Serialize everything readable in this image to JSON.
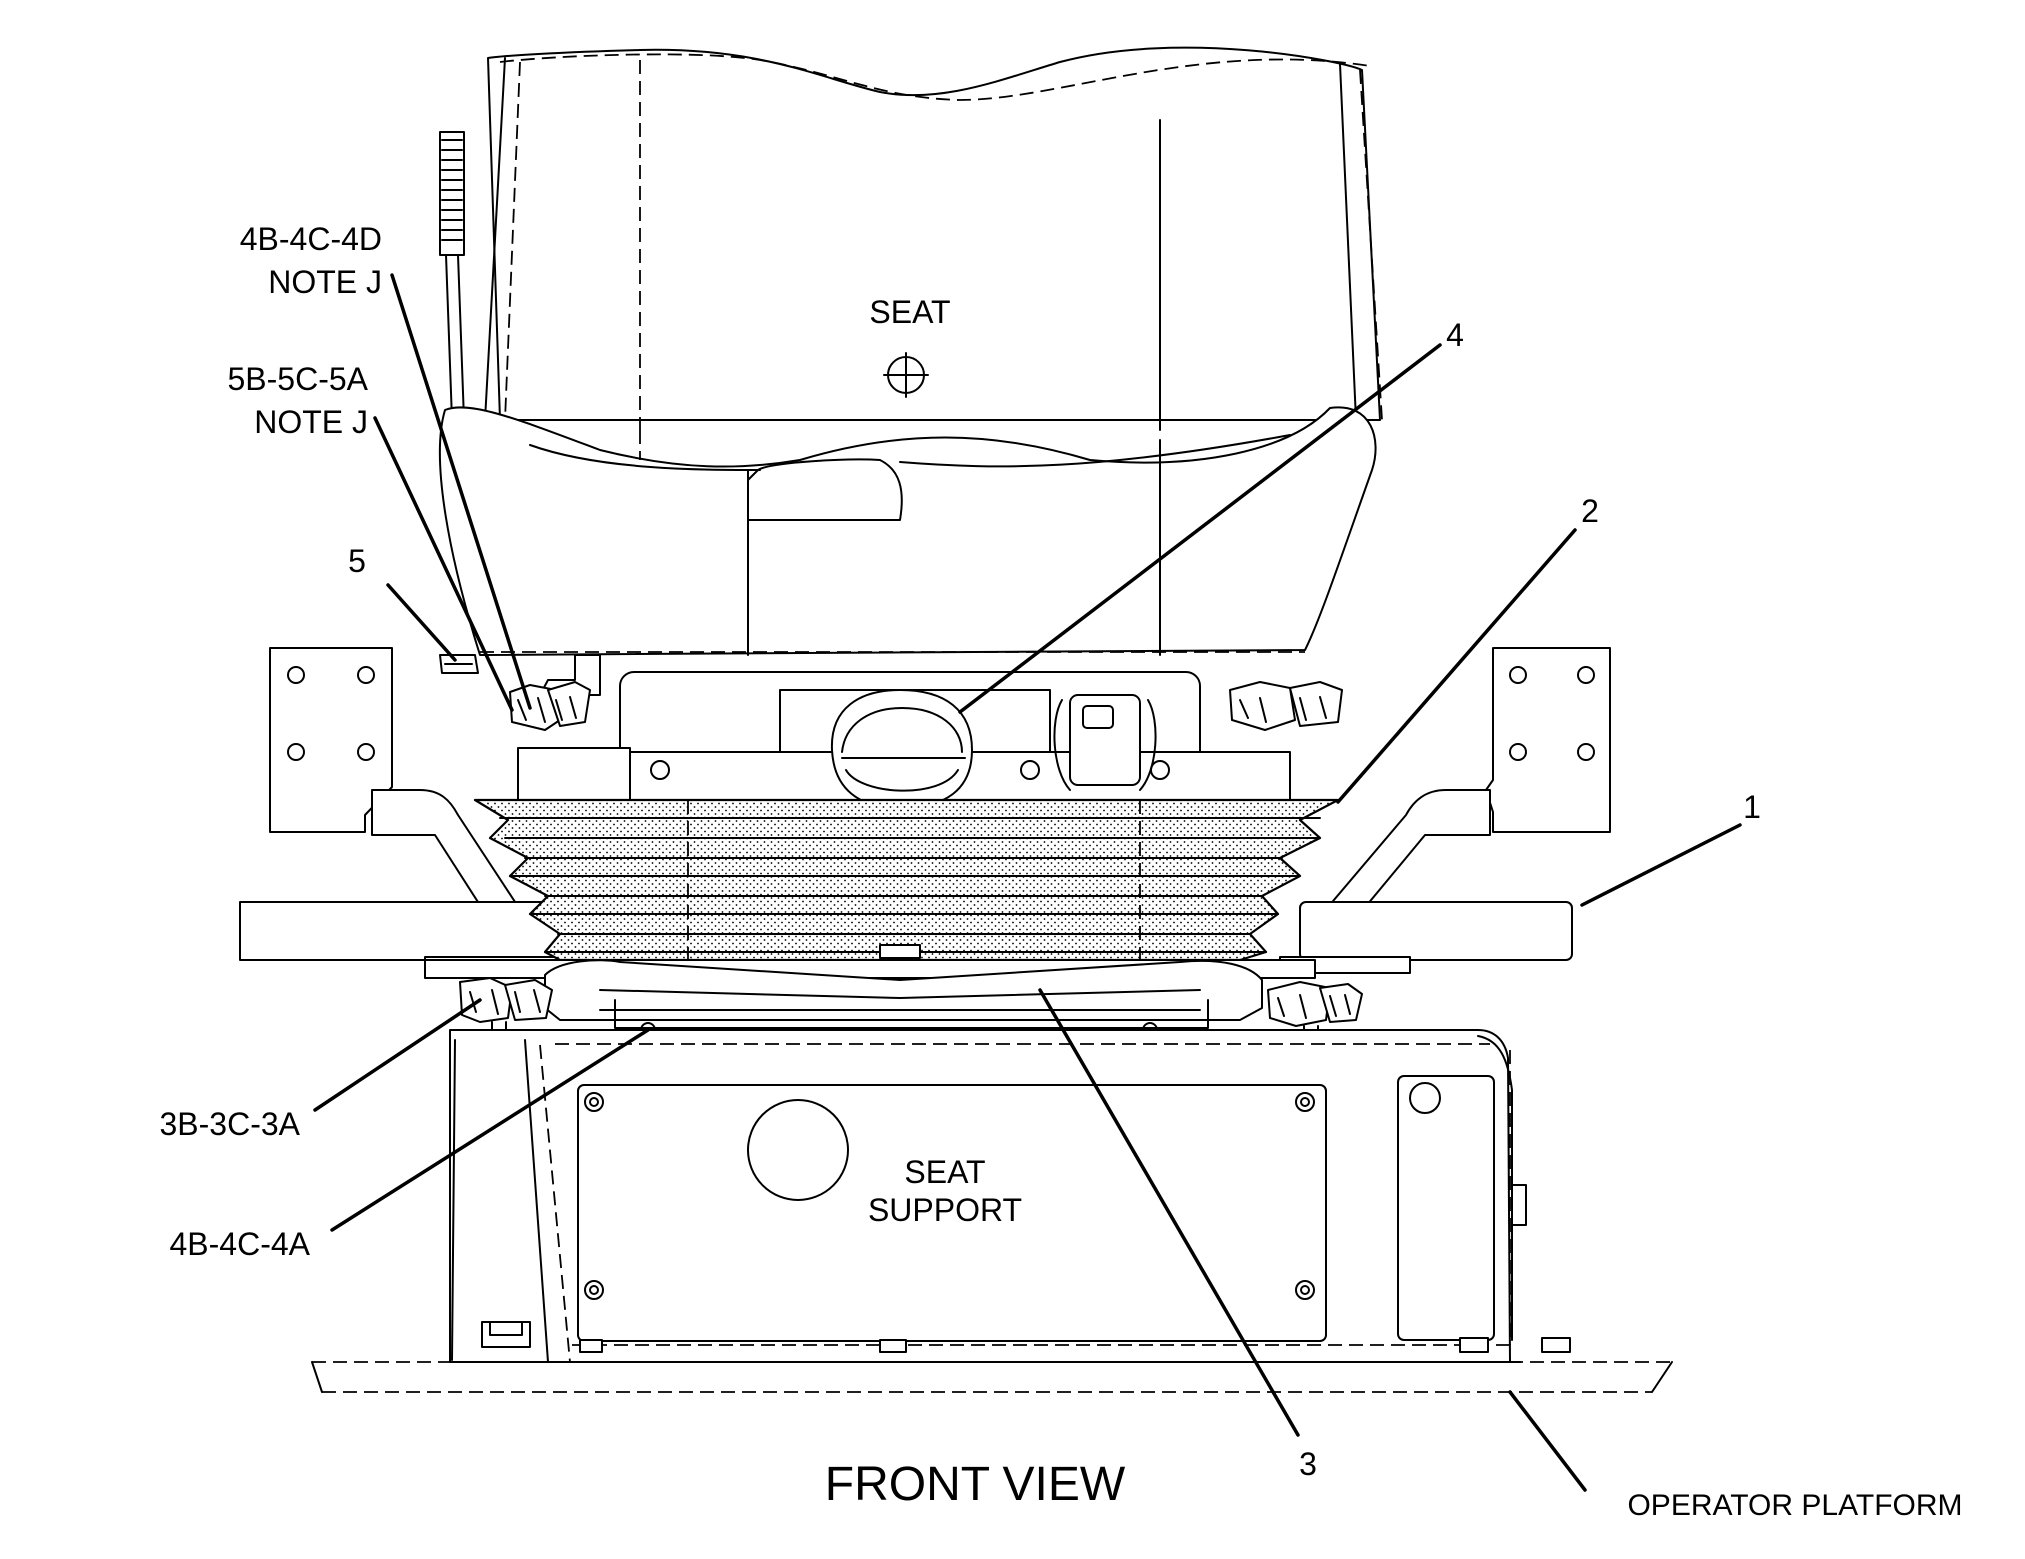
{
  "diagram": {
    "labels": {
      "seat": "SEAT",
      "seat_support_line1": "SEAT",
      "seat_support_line2": "SUPPORT",
      "front_view": "FRONT VIEW",
      "operator_platform": "OPERATOR PLATFORM"
    },
    "callouts": {
      "c1": "1",
      "c2": "2",
      "c3": "3",
      "c4": "4",
      "c5": "5",
      "c_4b4c4d_line1": "4B-4C-4D",
      "c_4b4c4d_line2": "NOTE J",
      "c_5b5c5a_line1": "5B-5C-5A",
      "c_5b5c5a_line2": "NOTE J",
      "c_3b3c3a": "3B-3C-3A",
      "c_4b4c4a": "4B-4C-4A"
    }
  }
}
